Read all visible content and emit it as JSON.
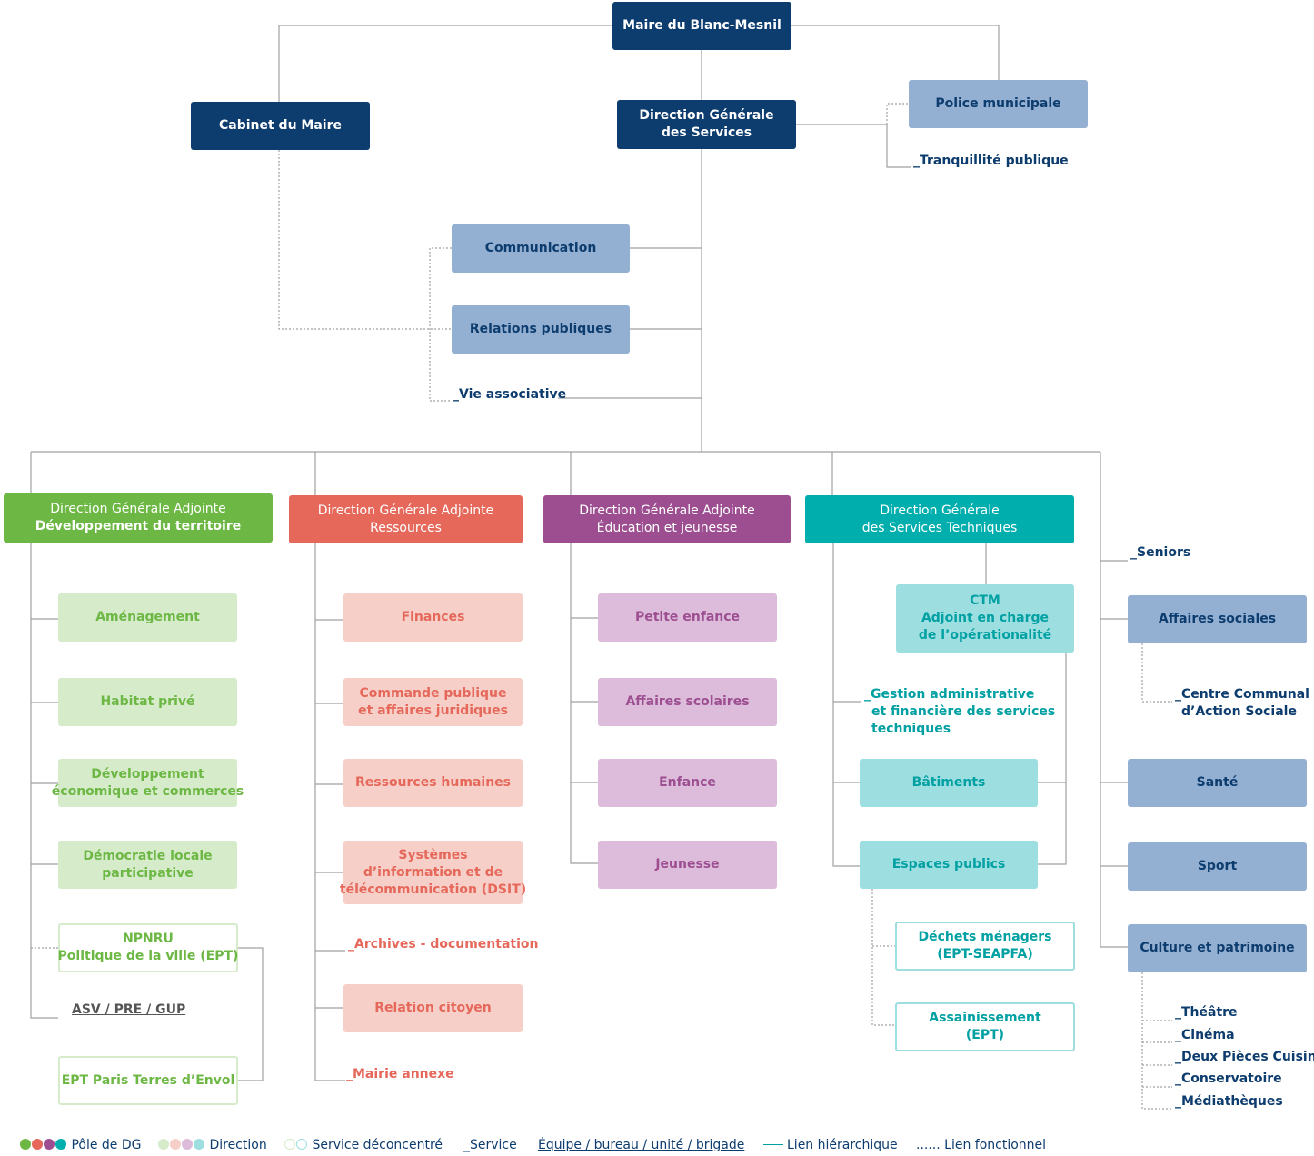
{
  "top": {
    "maire": "Maire du Blanc-Mesnil",
    "cabinet": "Cabinet du Maire",
    "dgs": [
      "Direction Générale",
      "des Services"
    ],
    "police": "Police municipale",
    "tranquillite": "_Tranquillité publique",
    "communication": "Communication",
    "relations": "Relations publiques",
    "vie_associative": "_Vie associative"
  },
  "dev": {
    "head": [
      "Direction Générale Adjointe",
      "Développement du territoire"
    ],
    "amenagement": "Aménagement",
    "habitat": "Habitat privé",
    "developpement": [
      "Développement",
      "économique et commerces"
    ],
    "democratie": [
      "Démocratie locale",
      "participative"
    ],
    "npnru": [
      "NPNRU",
      "Politique de la ville (EPT)"
    ],
    "asv": "ASV / PRE / GUP",
    "ept": "EPT Paris Terres d’Envol"
  },
  "res": {
    "head": [
      "Direction Générale Adjointe",
      "Ressources"
    ],
    "finances": "Finances",
    "commande": [
      "Commande publique",
      "et affaires juridiques"
    ],
    "rh": "Ressources humaines",
    "dsit": [
      "Systèmes",
      "d’information et de",
      "télécommunication (DSIT)"
    ],
    "archives": "_Archives - documentation",
    "relation_citoyen": "Relation citoyen",
    "mairie_annexe": "_Mairie annexe"
  },
  "edu": {
    "head": [
      "Direction Générale Adjointe",
      "Éducation et jeunesse"
    ],
    "petite_enfance": "Petite enfance",
    "affaires_scolaires": "Affaires scolaires",
    "enfance": "Enfance",
    "jeunesse": "Jeunesse"
  },
  "tech": {
    "head": [
      "Direction Générale",
      "des Services Techniques"
    ],
    "ctm": [
      "CTM",
      "Adjoint en charge",
      "de l’opérationalité"
    ],
    "gestion": [
      "_Gestion administrative",
      "et financière des services",
      "techniques"
    ],
    "batiments": "Bâtiments",
    "espaces": "Espaces publics",
    "dechets": [
      "Déchets ménagers",
      "(EPT-SEAPFA)"
    ],
    "assainissement": [
      "Assainissement",
      "(EPT)"
    ]
  },
  "social": {
    "seniors": "_Seniors",
    "affaires_sociales": "Affaires sociales",
    "ccas": [
      "_Centre Communal",
      "d’Action Sociale"
    ],
    "sante": "Santé",
    "sport": "Sport",
    "culture": "Culture et patrimoine",
    "theatre": "_Théâtre",
    "cinema": "_Cinéma",
    "deux_pieces": "_Deux Pièces Cuisine",
    "conservatoire": "_Conservatoire",
    "mediatheques": "_Médiathèques"
  },
  "legend": {
    "pole": "Pôle de DG",
    "direction": "Direction",
    "service_deconcentre": "Service déconcentré",
    "service": "_Service",
    "equipe": "Équipe / bureau / unité / brigade",
    "lien_hierarchique": "Lien hiérarchique",
    "lien_fonctionnel": "...... Lien fonctionnel"
  },
  "colors": {
    "navy": "#0d3c6e",
    "light_blue": "#93b0d2",
    "green": "#6db844",
    "red": "#e5685a",
    "purple": "#9c4e91",
    "teal": "#00aeae",
    "green_light": "#d5ebca",
    "red_light": "#f6cfc8",
    "purple_light": "#dcbcda",
    "teal_light": "#9ddfe0"
  }
}
